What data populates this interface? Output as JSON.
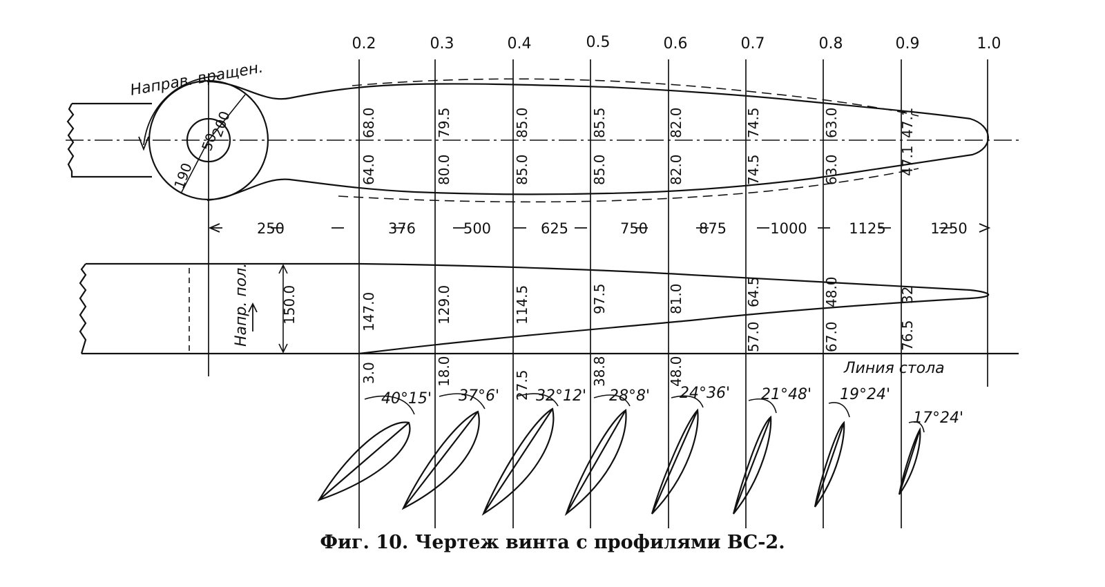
{
  "stations": [
    "0.2",
    "0.3",
    "0.4",
    "0.5",
    "0.6",
    "0.7",
    "0.8",
    "0.9",
    "1.0"
  ],
  "plan_view": {
    "rotation_label": "Направ. вращен.",
    "hub_dims": {
      "outer": "200",
      "inner": "50",
      "bore": "190"
    },
    "upper_thickness": [
      "68.0",
      "79.5",
      "85.0",
      "85.5",
      "82.0",
      "74.5",
      "63.0",
      "47.1"
    ],
    "lower_thickness": [
      "64.0",
      "80.0",
      "85.0",
      "85.0",
      "82.0",
      "74.5",
      "63.0",
      "47.1"
    ]
  },
  "radii": [
    "250",
    "376",
    "500",
    "625",
    "750",
    "875",
    "1000",
    "1125",
    "1250"
  ],
  "side_view": {
    "flight_label": "Напр. пол.",
    "hub_width": "150.0",
    "widths": [
      "147.0",
      "129.0",
      "114.5",
      "97.5",
      "81.0",
      "64.5",
      "48.0",
      "32"
    ],
    "offsets": [
      "3.0",
      "18.0",
      "27.5",
      "38.8",
      "48.0",
      "57.0",
      "67.0",
      "76.5"
    ],
    "table_line_label": "Линия стола"
  },
  "blade_angles": [
    "40°15'",
    "37°6'",
    "32°12'",
    "28°8'",
    "24°36'",
    "21°48'",
    "19°24'",
    "17°24'"
  ],
  "caption": "Фиг. 10. Чертеж винта с профилями ВС-2."
}
